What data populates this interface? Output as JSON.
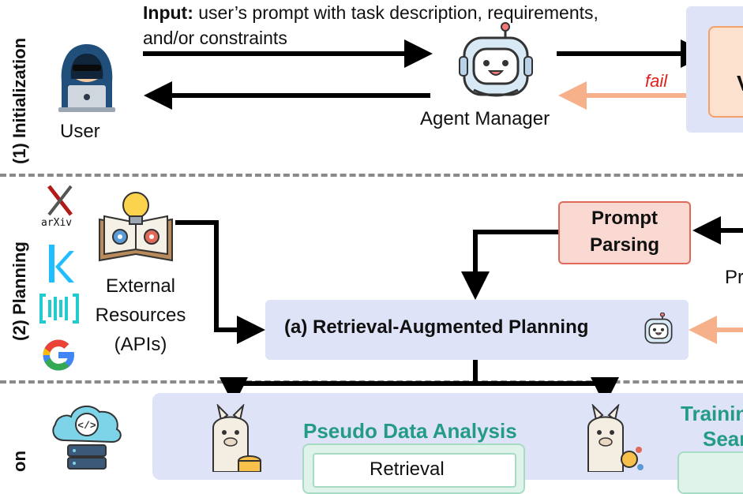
{
  "stages": {
    "initialization": "(1) Initialization",
    "planning": "(2) Planning",
    "third_partial": "on"
  },
  "input": {
    "bold": "Input:",
    "text_line1": " user’s prompt with task description, requirements,",
    "text_line2": "and/or constraints"
  },
  "user_label": "User",
  "agent_manager_label": "Agent Manager",
  "fail_label": "fail",
  "right_box_partial": "V",
  "prompt_parsing": {
    "line1": "Prompt",
    "line2": "Parsing"
  },
  "right_partial_pr": "Pr",
  "external_resources": {
    "line1": "External",
    "line2": "Resources",
    "line3": "(APIs)"
  },
  "arxiv_label": "arXiv",
  "retrieval_planning": "(a)  Retrieval-Augmented Planning",
  "pseudo_data_analysis": "Pseudo Data Analysis",
  "retrieval_label": "Retrieval",
  "training_partial": {
    "line1": "Trainin",
    "line2": "Sear"
  },
  "colors": {
    "salmon_fill": "#fbd9d3",
    "salmon_border": "#e06a5a",
    "blue_fill": "#dfe3f7",
    "green_text": "#239b86",
    "orange_arrow": "#f6b08a",
    "fail_red": "#e02020"
  },
  "icons": [
    "hacker-user-icon",
    "robot-agent-icon",
    "book-lightbulb-icon",
    "arxiv-logo-icon",
    "kaggle-logo-icon",
    "papers-with-code-icon",
    "google-logo-icon",
    "cloud-server-icon",
    "llama-icon"
  ]
}
